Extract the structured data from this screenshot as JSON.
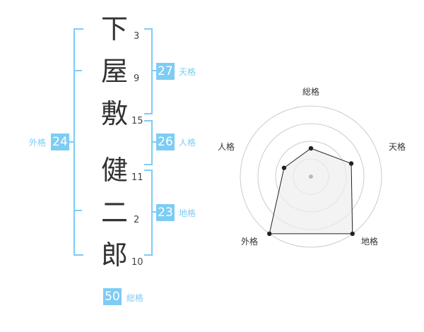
{
  "name": {
    "chars": [
      "下",
      "屋",
      "敷",
      "健",
      "二",
      "郎"
    ],
    "strokes": [
      "3",
      "9",
      "15",
      "11",
      "2",
      "10"
    ]
  },
  "scores": {
    "tenkaku": {
      "value": "27",
      "label": "天格"
    },
    "jinkaku": {
      "value": "26",
      "label": "人格"
    },
    "chikaku": {
      "value": "23",
      "label": "地格"
    },
    "gaikaku": {
      "value": "24",
      "label": "外格"
    },
    "soukaku": {
      "value": "50",
      "label": "総格"
    }
  },
  "chart_data": {
    "type": "radar",
    "axes": [
      "総格",
      "天格",
      "地格",
      "外格",
      "人格"
    ],
    "values": [
      2,
      3,
      5,
      5,
      2
    ],
    "max": 5,
    "rings": 4,
    "colors": {
      "fill": "#eeeeee",
      "line": "#222222",
      "grid": "#cccccc",
      "accent": "#7dccf4"
    }
  }
}
